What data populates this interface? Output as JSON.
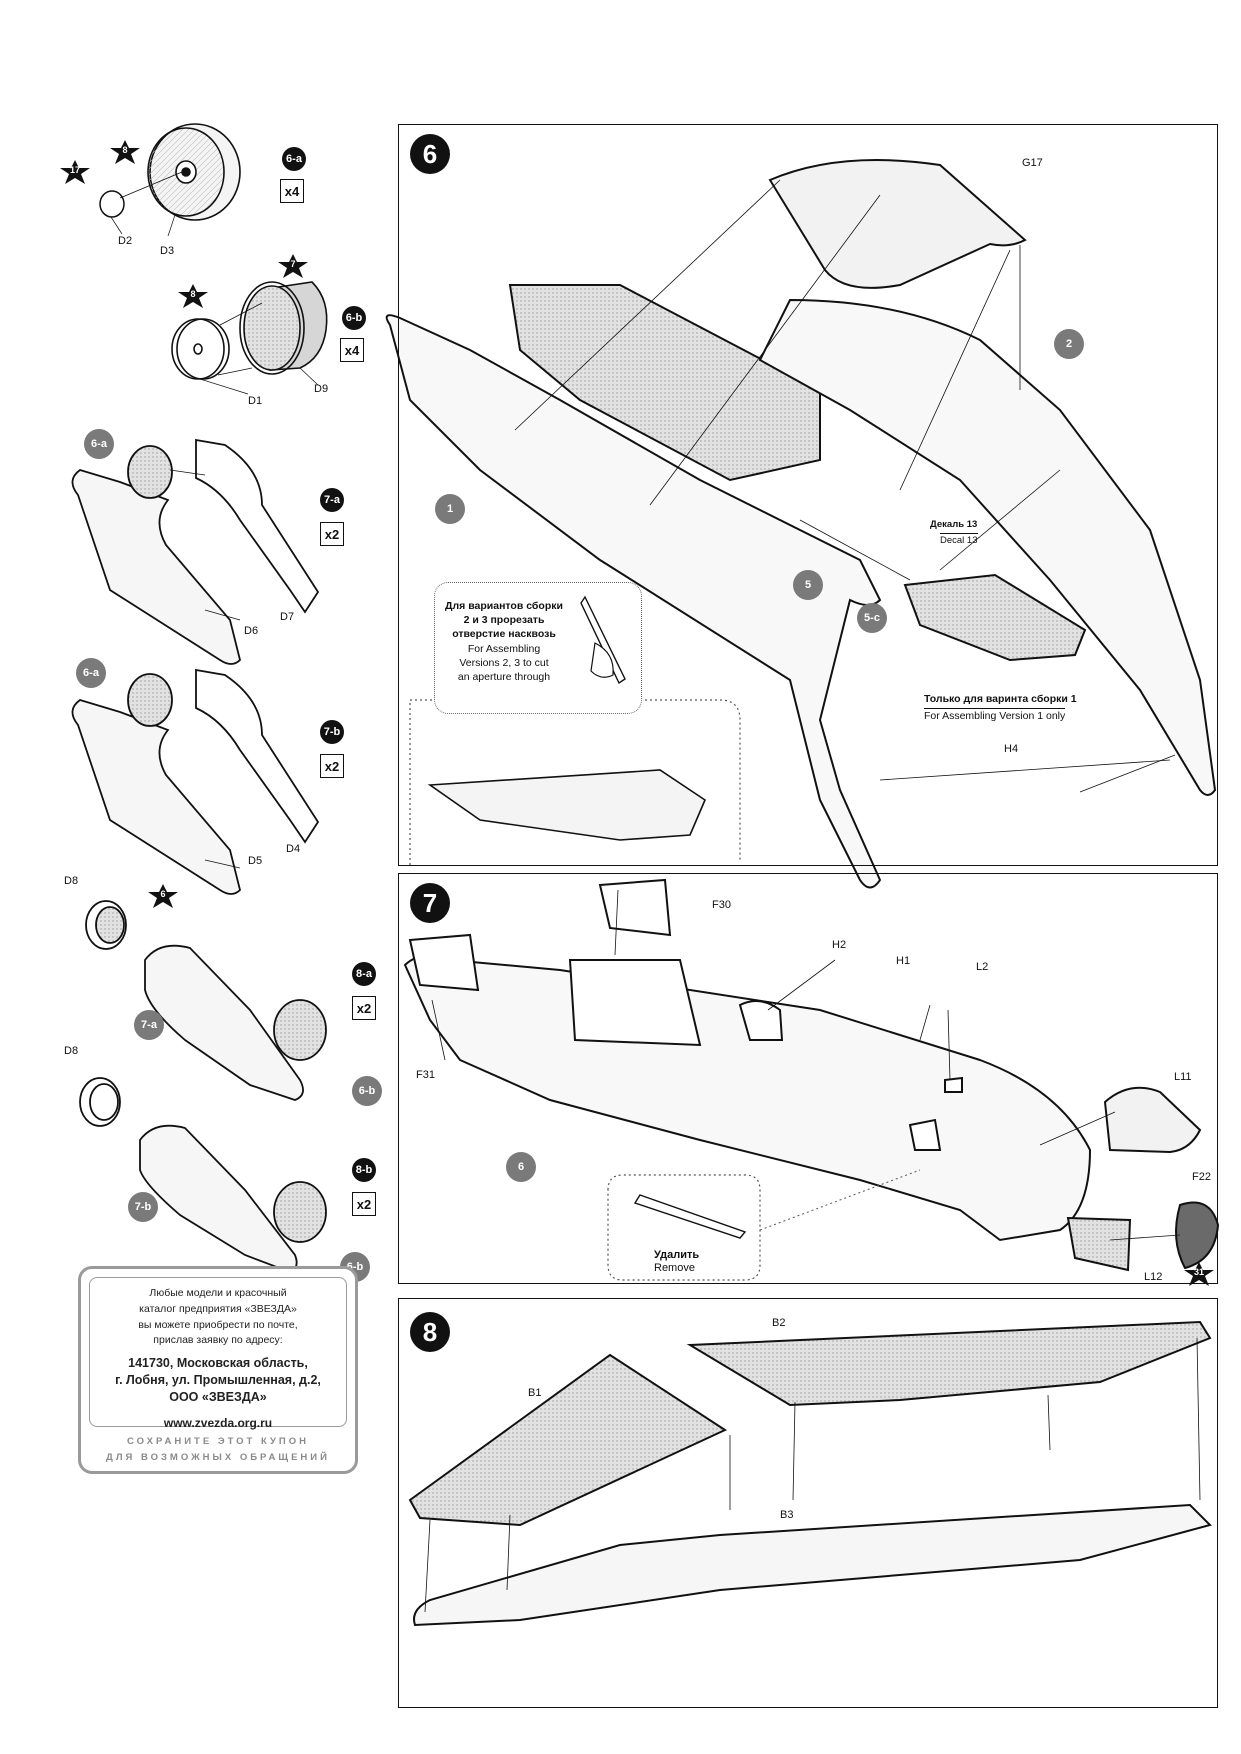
{
  "colors": {
    "line": "#111111",
    "grey_badge": "#7a7a7a",
    "hatch": "#bdbdbd",
    "coupon_border": "#9a9a9a"
  },
  "left": {
    "sub_6a": {
      "badge": "6-a",
      "qty": "x4",
      "star_17": "17",
      "star_8": "8",
      "parts": [
        "D2",
        "D3"
      ]
    },
    "sub_6b": {
      "badge": "6-b",
      "qty": "x4",
      "star_8": "8",
      "star_7": "7",
      "parts": [
        "D1",
        "D9"
      ]
    },
    "sub_7a": {
      "badge": "7-a",
      "qty": "x2",
      "ref": "6-a",
      "parts": [
        "D6",
        "D7"
      ]
    },
    "sub_7b": {
      "badge": "7-b",
      "qty": "x2",
      "ref": "6-a",
      "parts": [
        "D5",
        "D4"
      ]
    },
    "sub_8a": {
      "badge": "8-a",
      "qty": "x2",
      "star_6": "6",
      "part_d8": "D8",
      "ref_7a": "7-a",
      "ref_6b": "6-b"
    },
    "sub_8b": {
      "badge": "8-b",
      "qty": "x2",
      "part_d8": "D8",
      "ref_7b": "7-b",
      "ref_6b": "6-b"
    }
  },
  "step6": {
    "number": "6",
    "parts": {
      "g17": "G17",
      "h4": "H4"
    },
    "refs": {
      "r1": "1",
      "r2": "2",
      "r5": "5",
      "r5c": "5-c"
    },
    "decal": {
      "ru": "Декаль 13",
      "en": "Decal 13"
    },
    "version_note": {
      "ru": "Только для варинта сборки 1",
      "en": "For Assembling Version 1 only"
    },
    "cut_note": {
      "ru_l1": "Для вариантов сборки",
      "ru_l2": "2 и 3 прорезать",
      "ru_l3": "отверстие насквозь",
      "en_l1": "For Assembling",
      "en_l2": "Versions 2, 3 to cut",
      "en_l3": "an aperture through"
    }
  },
  "step7": {
    "number": "7",
    "parts": {
      "f30": "F30",
      "h2": "H2",
      "h1": "H1",
      "l2": "L2",
      "f31": "F31",
      "l11": "L11",
      "f22": "F22",
      "l12": "L12"
    },
    "refs": {
      "r6": "6"
    },
    "star_31": "31",
    "remove_note": {
      "ru": "Удалить",
      "en": "Remove"
    }
  },
  "step8": {
    "number": "8",
    "parts": {
      "b1": "B1",
      "b2": "B2",
      "b3": "B3"
    }
  },
  "coupon": {
    "l1": "Любые модели и красочный",
    "l2": "каталог предприятия «ЗВЕЗДА»",
    "l3": "вы можете приобрести по почте,",
    "l4": "прислав заявку по адресу:",
    "addr1": "141730, Московская область,",
    "addr2": "г. Лобня, ул. Промышленная, д.2,",
    "addr3": "ООО «ЗВЕЗДА»",
    "web": "www.zvezda.org.ru",
    "foot1": "СОХРАНИТЕ ЭТОТ КУПОН",
    "foot2": "ДЛЯ ВОЗМОЖНЫХ ОБРАЩЕНИЙ"
  }
}
